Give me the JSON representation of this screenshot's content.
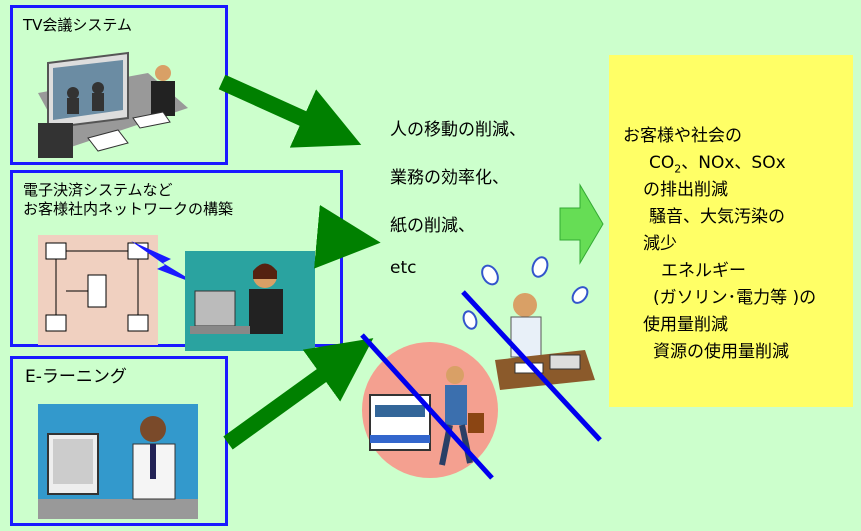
{
  "boxes": {
    "tv": {
      "title": "TV会議システム"
    },
    "payment": {
      "title": "電子決済システムなど\nお客様社内ネットワークの構築"
    },
    "elearning": {
      "title": "E‐ラーニング"
    }
  },
  "effects": [
    "人の移動の削減、",
    "業務の効率化、",
    "紙の削減、",
    "etc"
  ],
  "result": {
    "line1": "お客様や社会の",
    "co2_main": "CO",
    "co2_sub": "2",
    "co2_rest": "、NOx、SOx",
    "line3": "の排出削減",
    "line4": "騒音、大気汚染の",
    "line5": "減少",
    "line6": "エネルギー",
    "line7": "(ガソリン･電力等 )の",
    "line8": "使用量削減",
    "line9": "資源の使用量削減"
  },
  "colors": {
    "background": "#ccffcc",
    "box_border": "#1a1aff",
    "arrow": "#008000",
    "result_bg": "#ffff66",
    "block_arrow": "#66dd55",
    "strike": "#0000ee"
  }
}
